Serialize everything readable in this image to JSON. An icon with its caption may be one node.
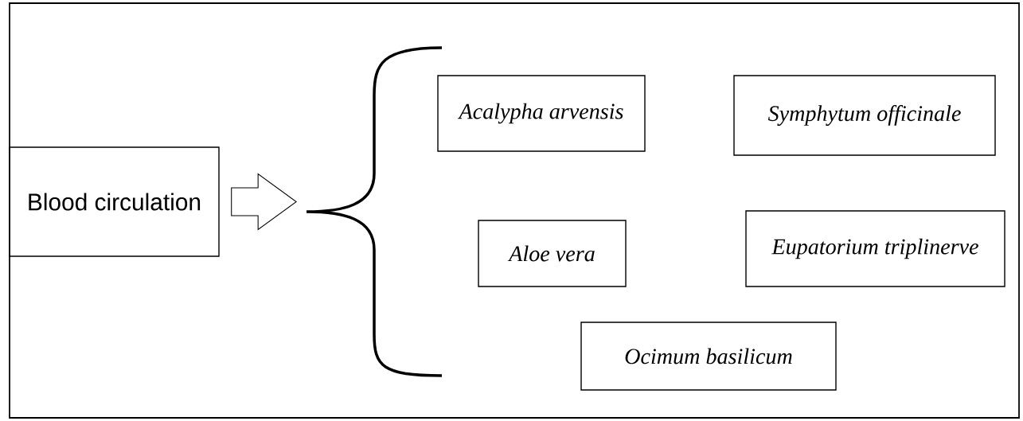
{
  "diagram": {
    "nodes": [
      {
        "text": [
          "Blood circulation"
        ]
      },
      {
        "text": [],
        "shape": "brace"
      },
      {
        "text": [
          "Acalypha arvensis"
        ]
      },
      {
        "text": [
          "Symphytum officinale"
        ]
      },
      {
        "text": [
          "Aloe vera"
        ]
      },
      {
        "text": [
          "Eupatorium triplinerve"
        ]
      },
      {
        "text": [
          "Ocimum basilicum"
        ]
      }
    ],
    "edges": [
      {
        "from": 0,
        "to": 1,
        "arrow": "to"
      }
    ]
  }
}
